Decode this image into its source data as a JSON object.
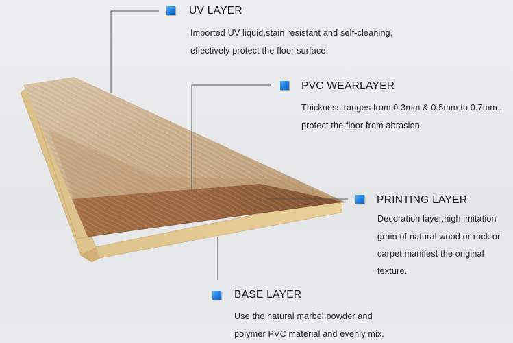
{
  "accent_color": "#1f7fe0",
  "layers": [
    {
      "key": "uv",
      "title": "UV LAYER",
      "icon": "square-bullet-icon",
      "lines": [
        "Imported UV liquid,stain resistant and self-cleaning,",
        "effectively protect the floor surface."
      ]
    },
    {
      "key": "pvc",
      "title": "PVC WEARLAYER",
      "icon": "square-bullet-icon",
      "lines": [
        "Thickness ranges from 0.3mm & 0.5mm to 0.7mm ,",
        " protect the floor from abrasion."
      ]
    },
    {
      "key": "printing",
      "title": "PRINTING LAYER",
      "icon": "square-bullet-icon",
      "lines": [
        "Decoration layer,high imitation",
        "grain of natural wood or rock or",
        "carpet,manifest the original",
        "texture."
      ]
    },
    {
      "key": "base",
      "title": "BASE LAYER",
      "icon": "square-bullet-icon",
      "lines": [
        "Use the natural marbel powder and",
        "polymer PVC material and evenly mix."
      ]
    }
  ]
}
